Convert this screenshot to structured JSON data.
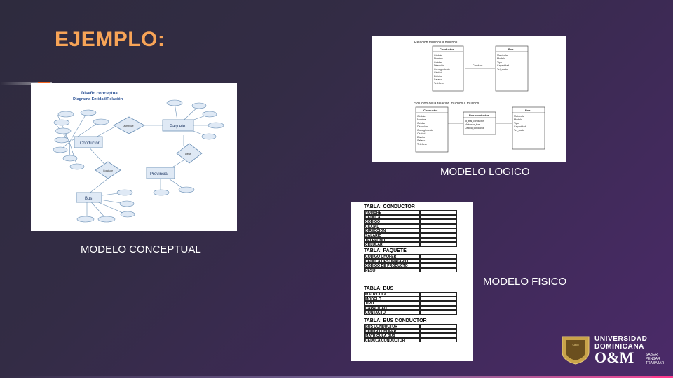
{
  "slide": {
    "title": "EJEMPLO:",
    "colors": {
      "title": "#f7a457",
      "accent": "#f26522",
      "caption": "#ffffff"
    }
  },
  "conceptual": {
    "caption": "MODELO CONCEPTUAL",
    "heading": "Diseño conceptual",
    "subheading": "Diagrama Entidad/Relación",
    "entities": [
      "Conductor",
      "Paquete",
      "Provincia",
      "Bus"
    ],
    "relationships": [
      "Distribuye",
      "Llega",
      "Conduce"
    ]
  },
  "logico": {
    "caption": "MODELO LOGICO",
    "section1": "Relación muchos a muchos",
    "section2": "Solución de la relación muchos a muchos",
    "conductor_title": "Conductor",
    "conductor_fields": [
      "Cédula",
      "Nombre",
      "Celular",
      "Dirección",
      "Corregimiento",
      "Ciudad",
      "Distrito",
      "Salario",
      "Teléfono"
    ],
    "bus_title": "Bus",
    "bus_fields": [
      "Matrícula",
      "Modelo",
      "Tipo",
      "Capacidad",
      "Tel_contc"
    ],
    "relation_label": "Conduce",
    "busconductor_title": "Bus-conductor",
    "busconductor_fields": [
      "Id_bus_conductor",
      "Matrícula_bus",
      "Cédula_conductor"
    ]
  },
  "fisico": {
    "caption": "MODELO FISICO",
    "tables": [
      {
        "title": "TABLA: CONDUCTOR",
        "rows": [
          "NOMBRE",
          "CEDULA",
          "CODIGO",
          "CIUDAD",
          "DIRECCION",
          "SALARIO",
          "TELEFONO",
          "CELULAR"
        ]
      },
      {
        "title": "TABLA: PAQUETE",
        "rows": [
          "CODIGO CHOFER",
          "CEDULA DESTINATARIO",
          "CODIGO DE PRODUCTO",
          "PESO"
        ]
      },
      {
        "title": "TABLA: BUS",
        "rows": [
          "MATRICULA",
          "MODELO",
          "TIPO",
          "CAPACIDAD",
          "CONTACTO"
        ]
      },
      {
        "title": "TABLA: BUS CONDUCTOR",
        "rows": [
          "BUS CONDUCTOR",
          "CODIGO CHOFER",
          "MATRICULA BUS",
          "CEDULA CONDUCTOR"
        ]
      }
    ]
  },
  "logo": {
    "line1": "UNIVERSIDAD",
    "line2": "DOMINICANA",
    "brand": "O&M",
    "tagline": [
      "SABER",
      "PENSAR",
      "TRABAJAR"
    ],
    "shield_text": "O&M"
  }
}
